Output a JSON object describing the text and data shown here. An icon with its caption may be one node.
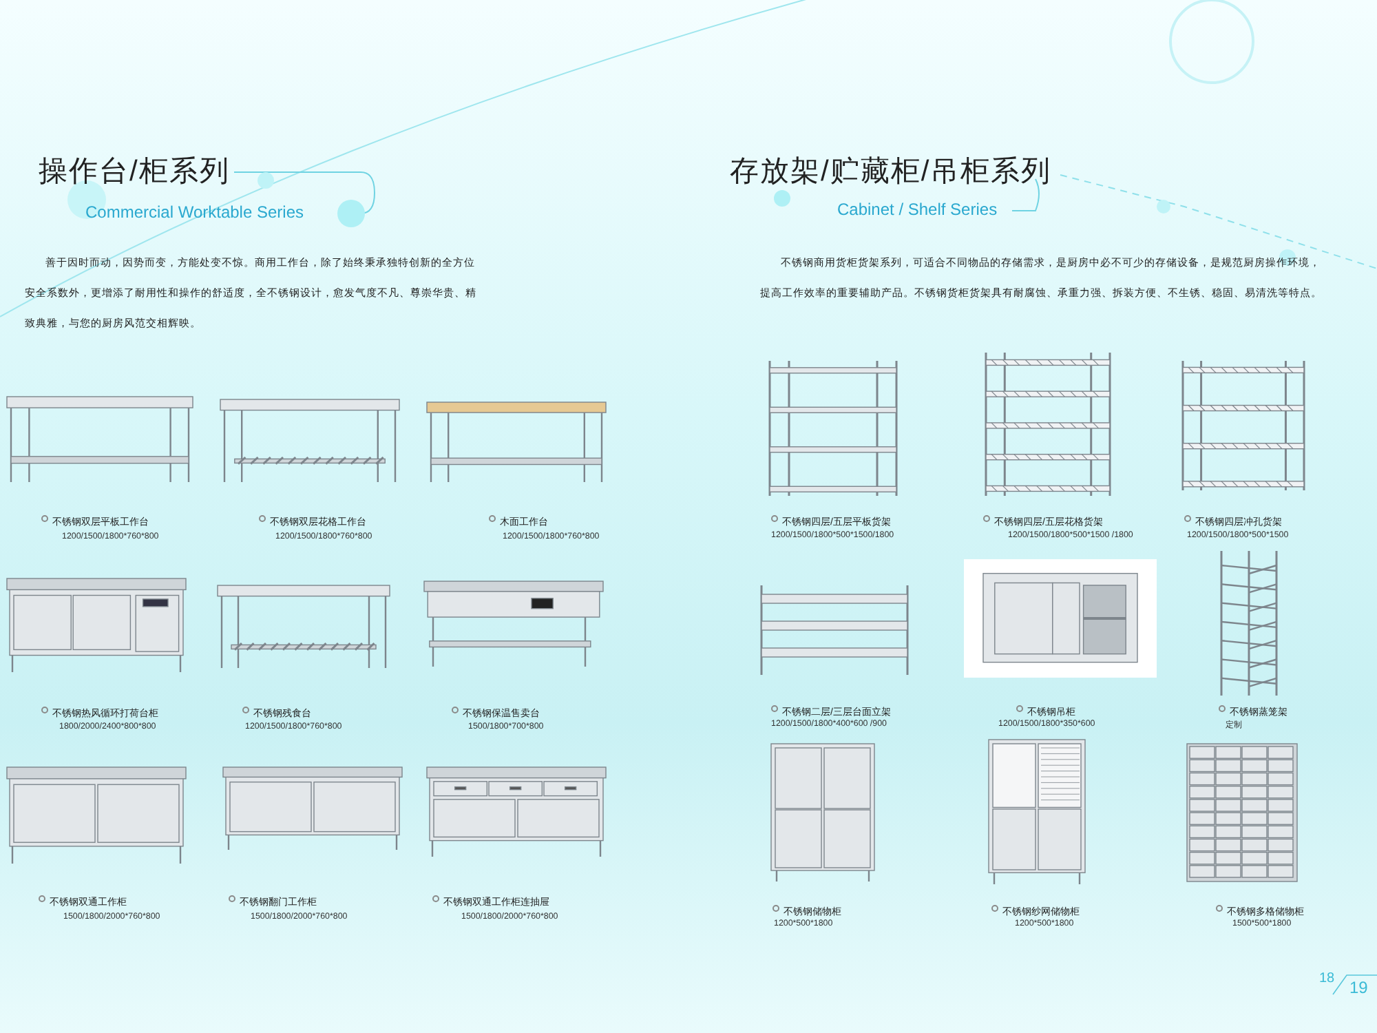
{
  "diagram": {
    "labels": [
      "操作台/柜系列",
      "Commercial Worktable Series",
      "善于因时而动，因势而变，方能处变不惊。商用工作台，除了始终秉承独特创新的全方位安全系数外，更增添了耐用性和操作的舒适度，全不锈钢设计，愈发气度不凡、尊崇华贵、精致典雅，与您的厨房风范交相辉映。",
      "存放架/贮藏柜/吊柜系列",
      "Cabinet / Shelf Series",
      "不锈钢商用货柜货架系列，可适合不同物品的存储需求，是厨房中必不可少的存储设备，是规范厨房操作环境，提高工作效率的重要辅助产品。不锈钢货柜货架具有耐腐蚀、承重力强、拆装方便、不生锈、稳固、易清洗等特点。",
      "不锈钢双层平板工作台",
      "1200/1500/1800*760*800",
      "不锈钢双层花格工作台",
      "1200/1500/1800*760*800",
      "木面工作台",
      "1200/1500/1800*760*800",
      "不锈钢热风循环打荷台柜",
      "1800/2000/2400*800*800",
      "不锈钢残食台",
      "1200/1500/1800*760*800",
      "不锈钢保温售卖台",
      "1500/1800*700*800",
      "不锈钢双通工作柜",
      "1500/1800/2000*760*800",
      "不锈钢翻门工作柜",
      "1500/1800/2000*760*800",
      "不锈钢双通工作柜连抽屉",
      "1500/1800/2000*760*800",
      "不锈钢四层/五层平板货架",
      "1200/1500/1800*500*1500/1800",
      "不锈钢四层/五层花格货架",
      "1200/1500/1800*500*1500 /1800",
      "不锈钢四层冲孔货架",
      "1200/1500/1800*500*1500",
      "不锈钢二层/三层台面立架",
      "1200/1500/1800*400*600 /900",
      "不锈钢吊柜",
      "1200/1500/1800*350*600",
      "不锈钢蒸笼架",
      "定制",
      "不锈钢储物柜",
      "1200*500*1800",
      "不锈钢纱网储物柜",
      "1200*500*1800",
      "不锈钢多格储物柜",
      "1500*500*1800",
      "18",
      "19"
    ]
  }
}
